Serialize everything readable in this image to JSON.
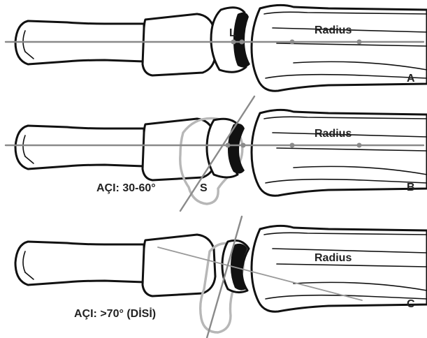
{
  "panels": [
    {
      "letter": "A",
      "bone_label": "Radius",
      "lunate_label": "L"
    },
    {
      "letter": "B",
      "bone_label": "Radius",
      "scaphoid_label": "S",
      "angle_label": "AÇI: 30-60°"
    },
    {
      "letter": "C",
      "bone_label": "Radius",
      "angle_label": "AÇI: >70° (DİSİ)"
    }
  ],
  "colors": {
    "outline": "#111111",
    "axis": "#8a8a8a",
    "scaphoid": "#b7b7b7"
  }
}
